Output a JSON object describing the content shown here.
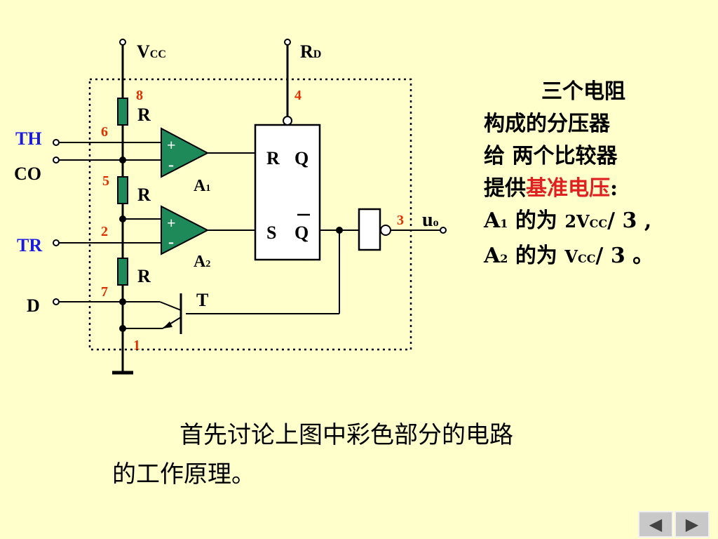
{
  "labels": {
    "vcc": "V",
    "vcc_sub": "CC",
    "rd": "R",
    "rd_sub": "D",
    "th": "TH",
    "co": "CO",
    "tr": "TR",
    "d": "D",
    "r1": "R",
    "r2": "R",
    "r3": "R",
    "a1": "A",
    "a1_sub": "1",
    "a2": "A",
    "a2_sub": "2",
    "t": "T",
    "plus": "+",
    "minus": "-",
    "ff_r": "R",
    "ff_q": "Q",
    "ff_s": "S",
    "ff_qbar": "Q",
    "uo": "u",
    "uo_sub": "o"
  },
  "pins": [
    "8",
    "6",
    "5",
    "2",
    "7",
    "1",
    "4",
    "3"
  ],
  "side_text": {
    "line1": "三个电阻",
    "line2": "构成的分压器",
    "line3": "给 两个比较器",
    "line4_pre": "提供",
    "line4_hl": "基准电压",
    "line4_post": ":",
    "line5_a": "A",
    "line5_sub": "1",
    "line5_mid": "的为",
    "line5_val": "2V",
    "line5_valsub": "CC",
    "line5_end": "/ 3 ,",
    "line6_a": "A",
    "line6_sub": "2",
    "line6_mid": "的为",
    "line6_val": "V",
    "line6_valsub": "CC",
    "line6_end": "/ 3 。"
  },
  "bottom_text": {
    "line1": "首先讨论上图中彩色部分的电路",
    "line2": "的工作原理。"
  },
  "nav": {
    "prev_icon": "◀",
    "next_icon": "▶"
  },
  "colors": {
    "background": "#FFFFCC",
    "resistor": "#1E8A5A",
    "pin": "#E03000",
    "th_tr": "#1A1AE0",
    "highlight": "#E02020"
  }
}
